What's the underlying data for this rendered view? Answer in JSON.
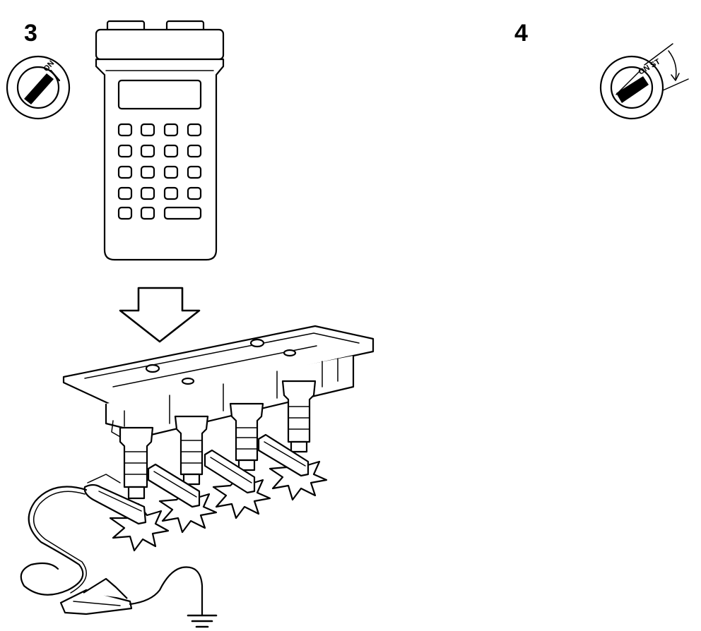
{
  "steps": [
    {
      "number": "3",
      "switch_label": "ON"
    },
    {
      "number": "4",
      "switch_label": "ON ST"
    }
  ],
  "icons": {
    "ignition_switch_on": "ignition-key-switch-icon",
    "ignition_switch_start": "ignition-key-switch-start-icon",
    "scan_tool": "diagnostic-scan-tool-icon",
    "arrow": "down-arrow-icon",
    "coil_pack": "ignition-coil-pack-icon",
    "ground": "ground-symbol-icon"
  },
  "colors": {
    "ink": "#000000",
    "paper": "#ffffff"
  }
}
